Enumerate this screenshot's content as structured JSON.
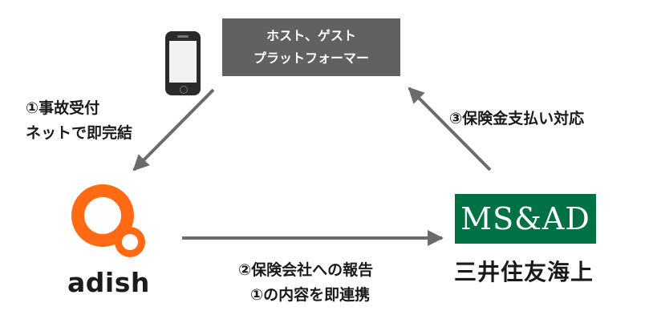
{
  "platform": {
    "line1": "ホスト、ゲスト",
    "line2": "プラットフォーマー"
  },
  "step1": {
    "line1": "①事故受付",
    "line2": "ネットで即完結"
  },
  "step2": {
    "line1": "②保険会社への報告",
    "line2": "①の内容を即連携"
  },
  "step3": {
    "line1": "③保険金支払い対応"
  },
  "adish": {
    "name": "adish",
    "accent_color": "#ff6a13"
  },
  "msad": {
    "logo_text": "MS&AD",
    "name": "三井住友海上",
    "brand_color": "#007145"
  },
  "colors": {
    "arrow": "#6b6b6b",
    "box": "#616161"
  }
}
